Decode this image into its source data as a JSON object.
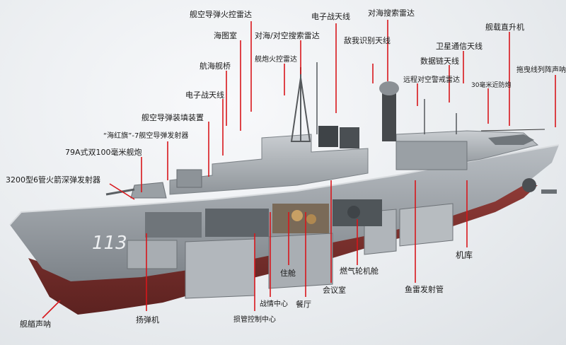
{
  "hull_number": "113",
  "colors": {
    "leader": "#d8161b",
    "hull_gray": "#8e9499",
    "hull_red": "#7a2a2a",
    "text": "#1a1a1a"
  },
  "labels": {
    "missile_fire_control_radar": "舰空导弹火控雷达",
    "ew_antenna_top": "电子战天线",
    "surface_search_radar": "对海搜索雷达",
    "chart_room": "海图室",
    "air_surface_radar": "对海/对空搜索雷达",
    "iff_antenna": "敌我识别天线",
    "helicopter": "舰载直升机",
    "gun_fire_control_radar": "舰炮火控雷达",
    "satcom_antenna": "卫星通信天线",
    "bridge": "航海舰桥",
    "datalink_antenna": "数据链天线",
    "towed_sonar": "拖曳线列阵声呐",
    "long_range_air_radar": "远程对空警戒雷达",
    "ciws_30mm": "30毫米近防炮",
    "ew_antenna": "电子战天线",
    "missile_loading": "舰空导弹装填装置",
    "hq7_launcher": "“海红旗”-7舰空导弹发射器",
    "gun_100mm": "79A式双100毫米舰炮",
    "asw_rocket": "3200型6管火箭深弹发射器",
    "hangar": "机库",
    "living_quarters": "住舱",
    "gas_turbine_room": "燃气轮机舱",
    "meeting_room": "会议室",
    "torpedo_tube": "鱼雷发射管",
    "combat_center": "战情中心",
    "mess": "餐厅",
    "bow_sonar": "舰艏声呐",
    "ammo_hoist": "扬弹机",
    "weapons_control_center": "损管控制中心"
  }
}
